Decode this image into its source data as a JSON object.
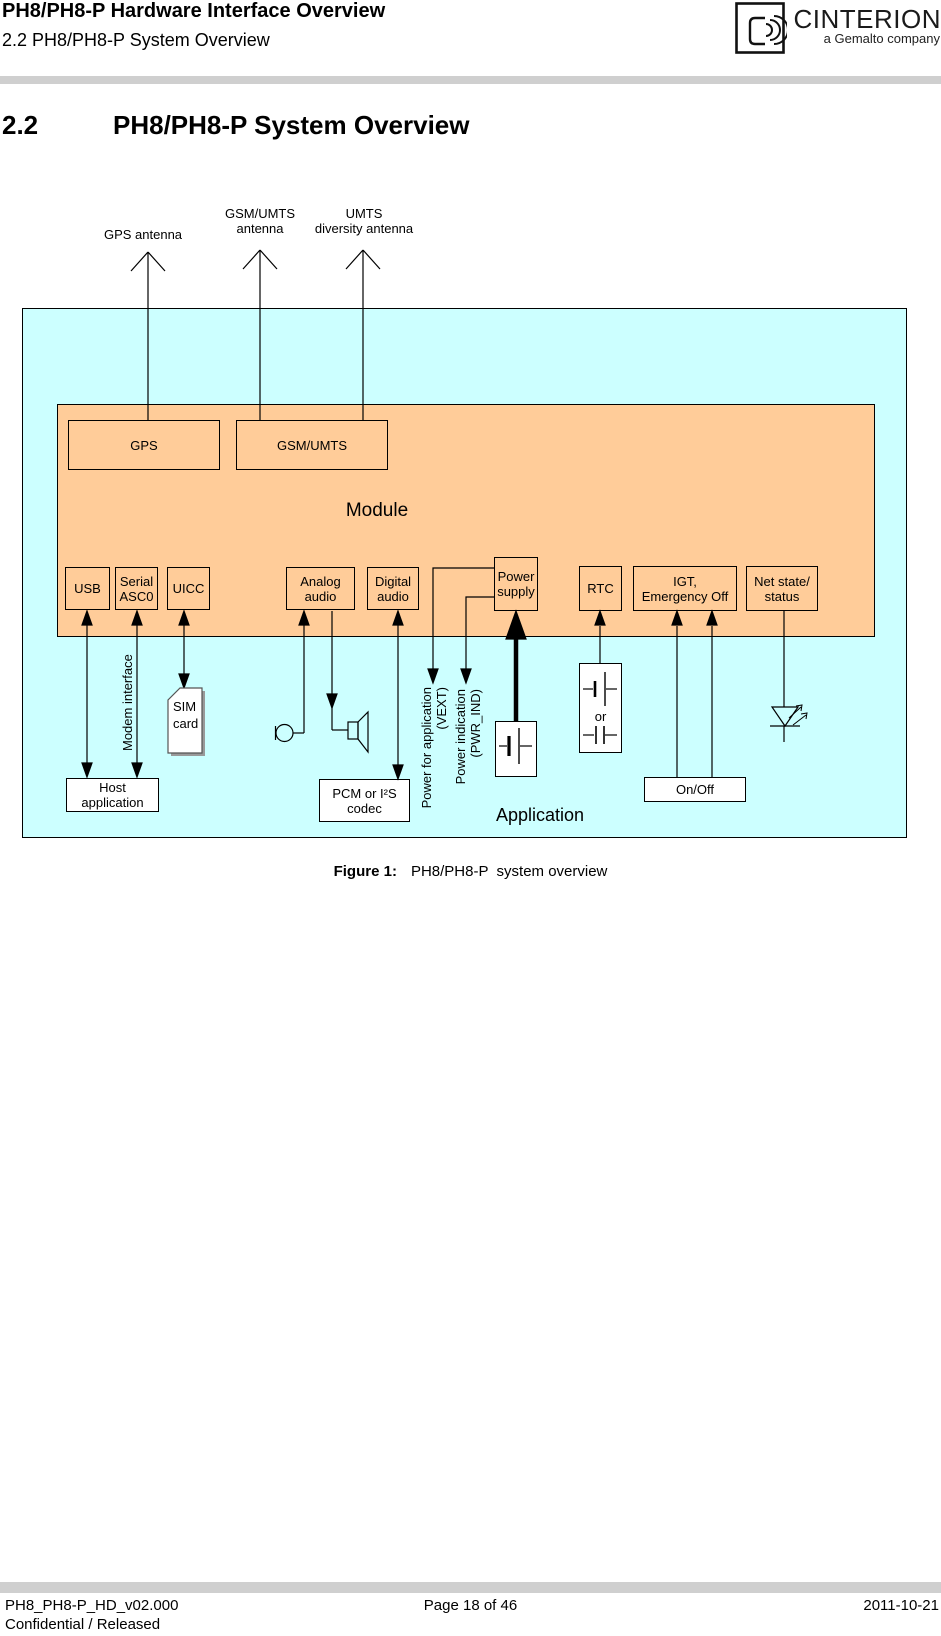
{
  "header": {
    "title": "PH8/PH8-P Hardware Interface Overview",
    "subtitle": "2.2 PH8/PH8-P System Overview",
    "brand": "CINTERION",
    "brand_tagline": "a Gemalto company"
  },
  "section": {
    "number": "2.2",
    "title": "PH8/PH8-P System Overview"
  },
  "diagram": {
    "antenna_labels": {
      "gps": "GPS antenna",
      "gsm": "GSM/UMTS\nantenna",
      "umts_diversity": "UMTS\ndiversity antenna"
    },
    "module": {
      "label": "Module",
      "gps_block": "GPS",
      "gsm_block": "GSM/UMTS",
      "interfaces": {
        "usb": "USB",
        "serial": "Serial\nASC0",
        "uicc": "UICC",
        "analog_audio": "Analog\naudio",
        "digital_audio": "Digital\naudio",
        "power_supply": "Power\nsupply",
        "rtc": "RTC",
        "igt": "IGT,\nEmergency Off",
        "net_state": "Net state/\nstatus"
      }
    },
    "application": {
      "label": "Application",
      "modem_interface": "Modem interface",
      "sim_card": "SIM\ncard",
      "host_application": "Host\napplication",
      "pcm_codec": "PCM or I²S\ncodec",
      "power_for_application": "Power for application\n(VEXT)",
      "power_indication": "Power indication\n(PWR_IND)",
      "on_off": "On/Off",
      "battery_or": "or"
    }
  },
  "caption": {
    "prefix": "Figure 1:",
    "text": "PH8/PH8-P  system overview"
  },
  "footer": {
    "document": "PH8_PH8-P_HD_v02.000",
    "page": "Page 18 of 46",
    "date": "2011-10-21",
    "status": "Confidential / Released"
  },
  "colors": {
    "module_fill": "#FFCC99",
    "application_fill": "#CCFFFF",
    "divider_gray": "#CFCFCF"
  }
}
